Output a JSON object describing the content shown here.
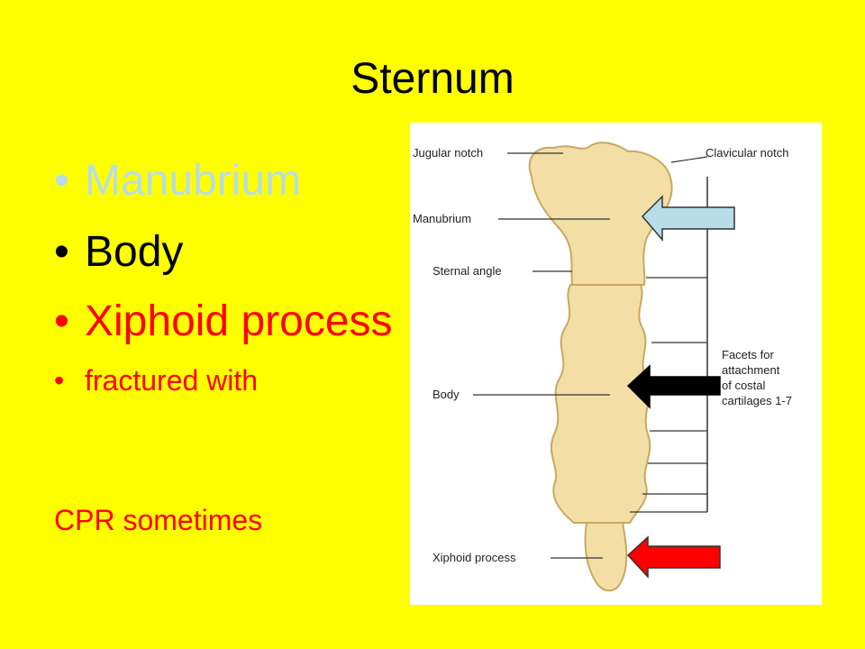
{
  "colors": {
    "background": "#ffff00",
    "manubrium_text": "#b7dde8",
    "body_text": "#000000",
    "xiphoid_text": "#ff0000",
    "note_text": "#ff0000",
    "arrow_manubrium": "#b7dde8",
    "arrow_body": "#000000",
    "arrow_xiphoid": "#ff0000",
    "bone": "#f3dfa5"
  },
  "slide": {
    "title": "Sternum",
    "bullets": [
      {
        "text": "Manubrium"
      },
      {
        "text": "Body"
      },
      {
        "text": "Xiphoid process"
      },
      {
        "text": "fractured with"
      }
    ],
    "continuation": "CPR sometimes"
  },
  "diagram": {
    "labels": {
      "jugular_notch": "Jugular notch",
      "clavicular_notch": "Clavicular notch",
      "manubrium": "Manubrium",
      "sternal_angle": "Sternal angle",
      "body": "Body",
      "xiphoid_process": "Xiphoid process",
      "facets_line1": "Facets for",
      "facets_line2": "attachment",
      "facets_line3": "of costal",
      "facets_line4": "cartilages 1-7"
    }
  }
}
